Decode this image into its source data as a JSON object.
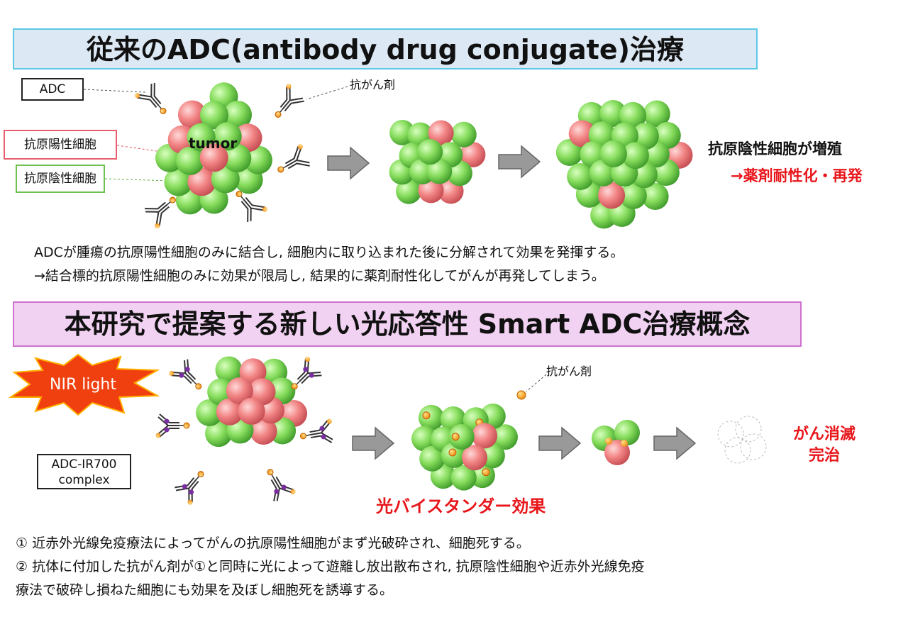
{
  "section1": {
    "title": "従来のADC(antibody drug conjugate)治療",
    "label_adc": "ADC",
    "label_drug": "抗がん剤",
    "label_positive": "抗原陽性細胞",
    "label_negative": "抗原陰性細胞",
    "label_tumor": "tumor",
    "result_line1": "抗原陰性細胞が増殖",
    "result_line2": "→薬剤耐性化・再発",
    "desc_line1": "ADCが腫瘍の抗原陽性細胞のみに結合し, 細胞内に取り込まれた後に分解されて効果を発揮する。",
    "desc_line2": "→結合標的抗原陽性細胞のみに効果が限局し, 結果的に薬剤耐性化してがんが再発してしまう。"
  },
  "section2": {
    "title": "本研究で提案する新しい光応答性 Smart ADC治療概念",
    "nir_label": "NIR light",
    "complex_line1": "ADC-IR700",
    "complex_line2": "complex",
    "label_drug": "抗がん剤",
    "bystander": "光バイスタンダー効果",
    "result_line1": "がん消滅",
    "result_line2": "完治",
    "desc_line1": "① 近赤外光線免疫療法によってがんの抗原陽性細胞がまず光破砕され、細胞死する。",
    "desc_line2": "② 抗体に付加した抗がん剤が①と同時に光によって遊離し放出散布され, 抗原陰性細胞や近赤外光線免疫",
    "desc_line3": "療法で破砕し損ねた細胞にも効果を及ぼし細胞死を誘導する。"
  },
  "colors": {
    "positive_cell": "#f07c80",
    "negative_cell": "#7fd85a",
    "drug": "#f5a623",
    "accent_red": "#e8161b"
  }
}
